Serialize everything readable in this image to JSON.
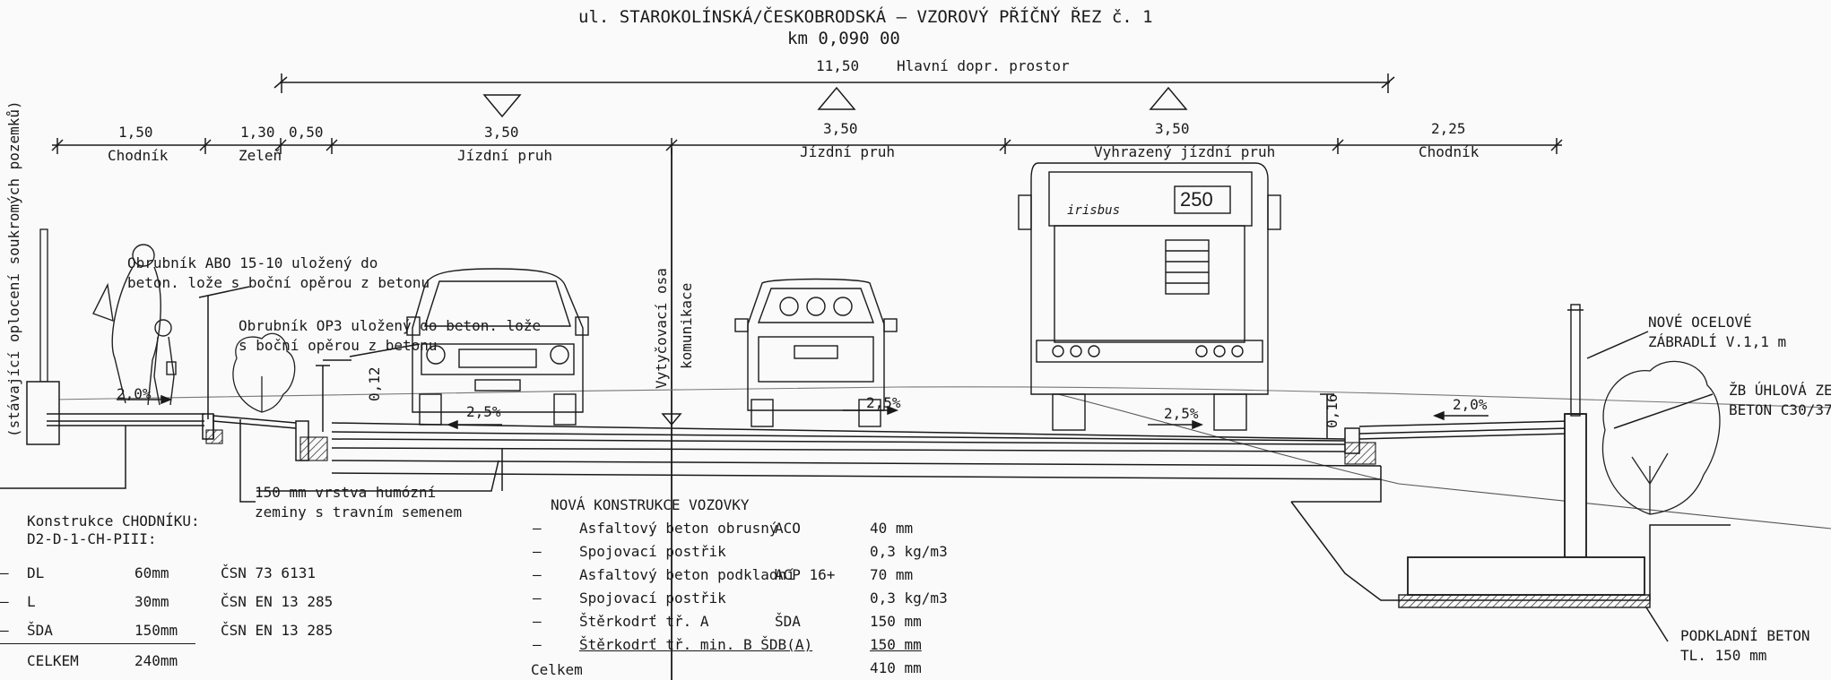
{
  "title": {
    "line1": "ul. STAROKOLÍNSKÁ/ČESKOBRODSKÁ – VZOROVÝ PŘÍČNÝ ŘEZ č. 1",
    "line2": "km 0,090 00"
  },
  "main_dim": {
    "value": "11,50",
    "label": "Hlavní dopr. prostor"
  },
  "segments": [
    {
      "value": "1,50",
      "label": "Chodník"
    },
    {
      "value": "1,30",
      "label": "Zeleň"
    },
    {
      "value": "0,50",
      "label": ""
    },
    {
      "value": "3,50",
      "label": "Jízdní pruh"
    },
    {
      "value": "3,50",
      "label": "Jízdní pruh"
    },
    {
      "value": "3,50",
      "label": "Vyhrazený jízdní pruh"
    },
    {
      "value": "2,25",
      "label": "Chodník"
    }
  ],
  "left_vertical": "(stávající oplocení soukromých pozemků)",
  "axis_label": {
    "line1": "Vytyčovací osa",
    "line2": "komunikace"
  },
  "bus_number": "250",
  "bus_brand": "irisbus",
  "annotations": {
    "curb1": {
      "line1": "Obrubník ABO 15-10 uložený do",
      "line2": "beton. lože s boční opěrou z betonu"
    },
    "curb2": {
      "line1": "Obrubník OP3 uložený do beton. lože",
      "line2": "s boční opěrou z betonu"
    },
    "topsoil": {
      "line1": "150 mm vrstva humózní",
      "line2": "zeminy s travním semenem"
    },
    "railing": {
      "line1": "NOVÉ OCELOVÉ",
      "line2": "ZÁBRADLÍ V.1,1 m"
    },
    "wall": {
      "line1": "ŽB ÚHLOVÁ ZEĎ",
      "line2": "BETON C30/37"
    },
    "base": {
      "line1": "PODKLADNÍ BETON",
      "line2": "TL. 150 mm"
    }
  },
  "dim_heights": {
    "left": "0,12",
    "right": "0,16"
  },
  "slopes": [
    "2,0%",
    "2,5%",
    "2,5%",
    "2,5%",
    "2,0%"
  ],
  "sidewalk_construction": {
    "title1": "Konstrukce CHODNÍKU:",
    "title2": "D2-D-1-CH-PIII:",
    "rows": [
      {
        "dash": "–",
        "layer": "DL",
        "thickness": "60mm",
        "standard": "ČSN 73 6131"
      },
      {
        "dash": "–",
        "layer": "L",
        "thickness": "30mm",
        "standard": "ČSN EN 13 285"
      },
      {
        "dash": "–",
        "layer": "ŠDA",
        "thickness": "150mm",
        "standard": "ČSN EN 13 285"
      }
    ],
    "total_label": "CELKEM",
    "total_value": "240mm"
  },
  "road_construction": {
    "title": "NOVÁ KONSTRUKCE VOZOVKY",
    "rows": [
      {
        "dash": "–",
        "layer": "Asfaltový beton obrusný",
        "code": "ACO",
        "amount": "40 mm"
      },
      {
        "dash": "–",
        "layer": "Spojovací postřik",
        "code": "",
        "amount": "0,3 kg/m3"
      },
      {
        "dash": "–",
        "layer": "Asfaltový beton podkladní",
        "code": "ACP 16+",
        "amount": "70 mm"
      },
      {
        "dash": "–",
        "layer": "Spojovací postřik",
        "code": "",
        "amount": "0,3 kg/m3"
      },
      {
        "dash": "–",
        "layer": "Štěrkodrť tř. A",
        "code": "ŠDA",
        "amount": "150 mm"
      },
      {
        "dash": "–",
        "layer": "Štěrkodrť tř. min. B ŠDB(A)",
        "code": "",
        "amount": "150 mm"
      }
    ],
    "total_label": "Celkem",
    "total_value": "410 mm"
  }
}
